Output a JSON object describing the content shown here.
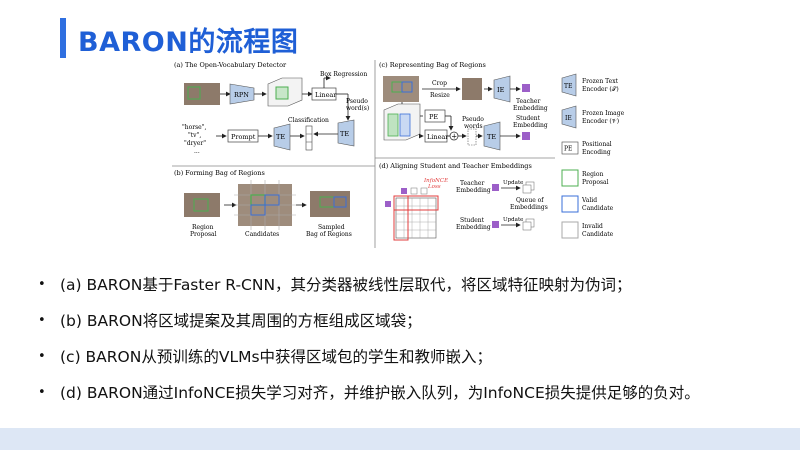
{
  "page": {
    "title": "BARON的流程图"
  },
  "figure": {
    "panel_a": {
      "title": "(a) The Open-Vocabulary Detector",
      "rpn": "RPN",
      "box_regression": "Box Regression",
      "linear": "Linear",
      "pseudo_words_l1": "Pseudo",
      "pseudo_words_l2": "word(s)",
      "classification": "Classification",
      "prompt": "Prompt",
      "te": "TE",
      "classes": [
        "\"horse\",",
        "\"tv\",",
        "\"dryer\"",
        "..."
      ]
    },
    "panel_b": {
      "title": "(b) Forming Bag of Regions",
      "region_proposal_l1": "Region",
      "region_proposal_l2": "Proposal",
      "candidates": "Candidates",
      "sampled_l1": "Sampled",
      "sampled_l2": "Bag of Regions"
    },
    "panel_c": {
      "title": "(c) Representing Bag of Regions",
      "crop_resize_l1": "Crop",
      "crop_resize_l2": "Resize",
      "ie": "IE",
      "teacher_l1": "Teacher",
      "teacher_l2": "Embedding",
      "pe": "PE",
      "pseudo_l1": "Pseudo",
      "pseudo_l2": "words",
      "linear": "Linear",
      "plus": "+",
      "te": "TE",
      "student_l1": "Student",
      "student_l2": "Embedding"
    },
    "panel_d": {
      "title": "(d) Aligning Student and Teacher Embeddings",
      "infonce_l1": "InfoNCE",
      "infonce_l2": "Loss",
      "teacher_l1": "Teacher",
      "teacher_l2": "Embedding",
      "student_l1": "Student",
      "student_l2": "Embedding",
      "update": "Update",
      "queue_l1": "Queue of",
      "queue_l2": "Embeddings"
    },
    "legend": {
      "te": "TE",
      "te_l1": "Frozen Text",
      "te_l2": "Encoder (𝒯)",
      "ie": "IE",
      "ie_l1": "Frozen Image",
      "ie_l2": "Encoder (𝒱)",
      "pe": "PE",
      "pe_l1": "Positional",
      "pe_l2": "Encoding",
      "region_l1": "Region",
      "region_l2": "Proposal",
      "valid_l1": "Valid",
      "valid_l2": "Candidate",
      "invalid_l1": "Invalid",
      "invalid_l2": "Candidate"
    },
    "colors": {
      "region": "#4caf50",
      "valid": "#3a6fd8",
      "invalid": "#aaaaaa",
      "loss": "#e23c3c",
      "embed": "#9c5fc8",
      "encoder": "#b8cde8"
    }
  },
  "bullets": [
    "(a) BARON基于Faster R-CNN，其分类器被线性层取代，将区域特征映射为伪词；",
    "(b) BARON将区域提案及其周围的方框组成区域袋；",
    "(c) BARON从预训练的VLMs中获得区域包的学生和教师嵌入；",
    "(d) BARON通过InfoNCE损失学习对齐，并维护嵌入队列，为InfoNCE损失提供足够的负对。"
  ],
  "bullet_marker": "•"
}
